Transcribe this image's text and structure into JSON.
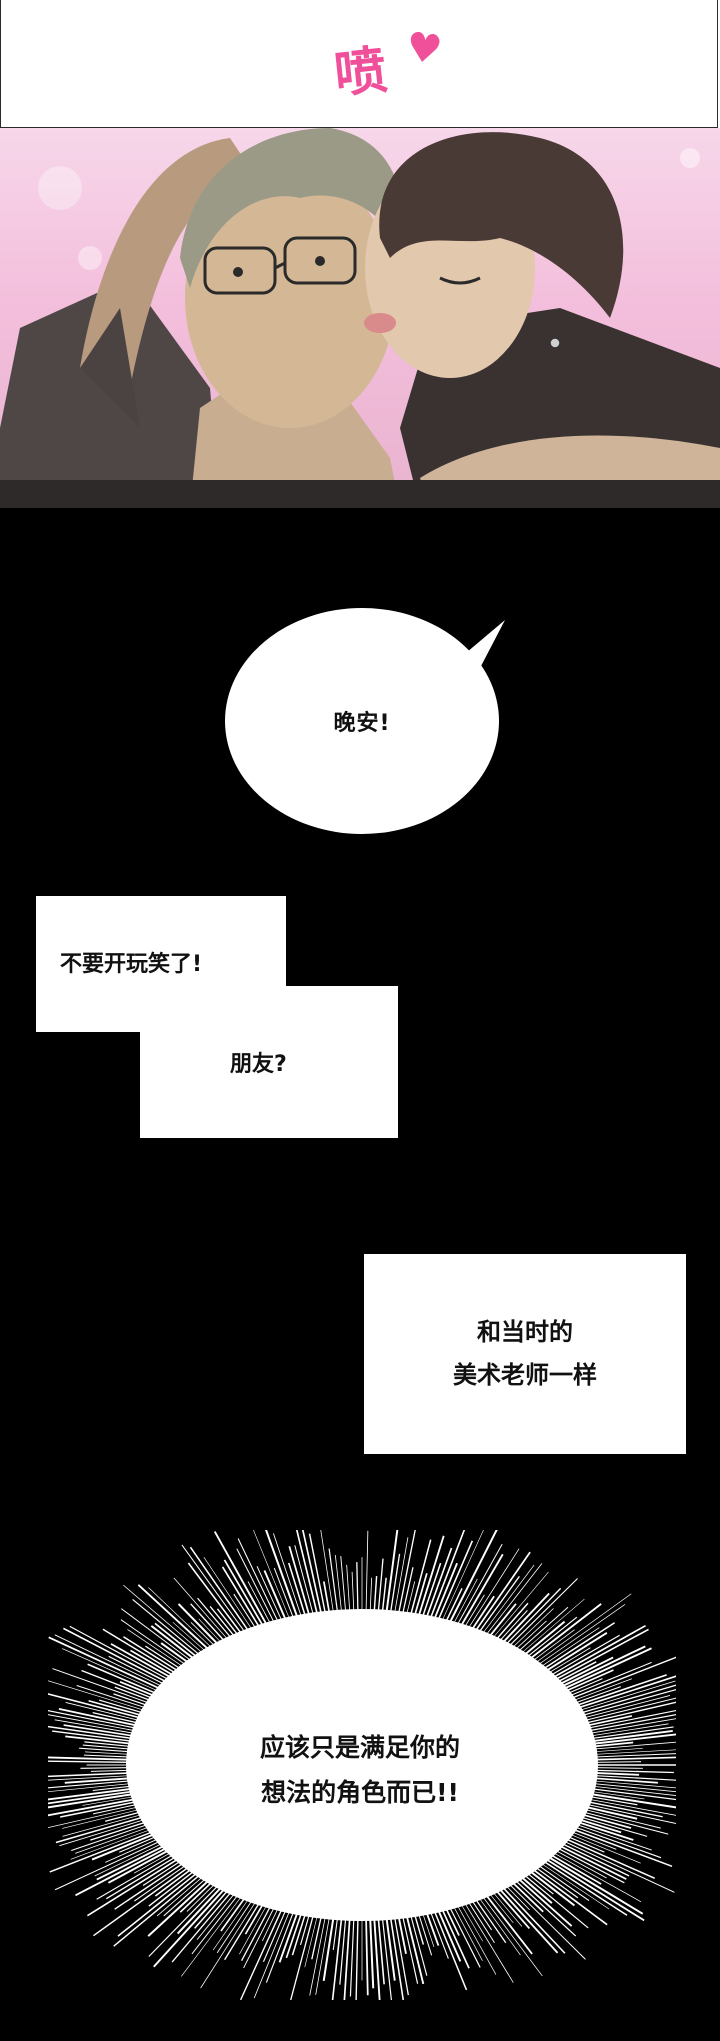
{
  "sfx": {
    "text": "喷",
    "heart": "♥",
    "color": "#f0509a"
  },
  "speech_bubble": {
    "text": "晚安!"
  },
  "captions": {
    "box1": "不要开玩笑了!",
    "box2": "朋友?",
    "box3": {
      "line1": "和当时的",
      "line2": "美术老师一样"
    }
  },
  "burst": {
    "line1": "应该只是满足你的",
    "line2": "想法的角色而已!!"
  },
  "colors": {
    "background": "#000000",
    "panel_pink": "#f3bfdc"
  }
}
